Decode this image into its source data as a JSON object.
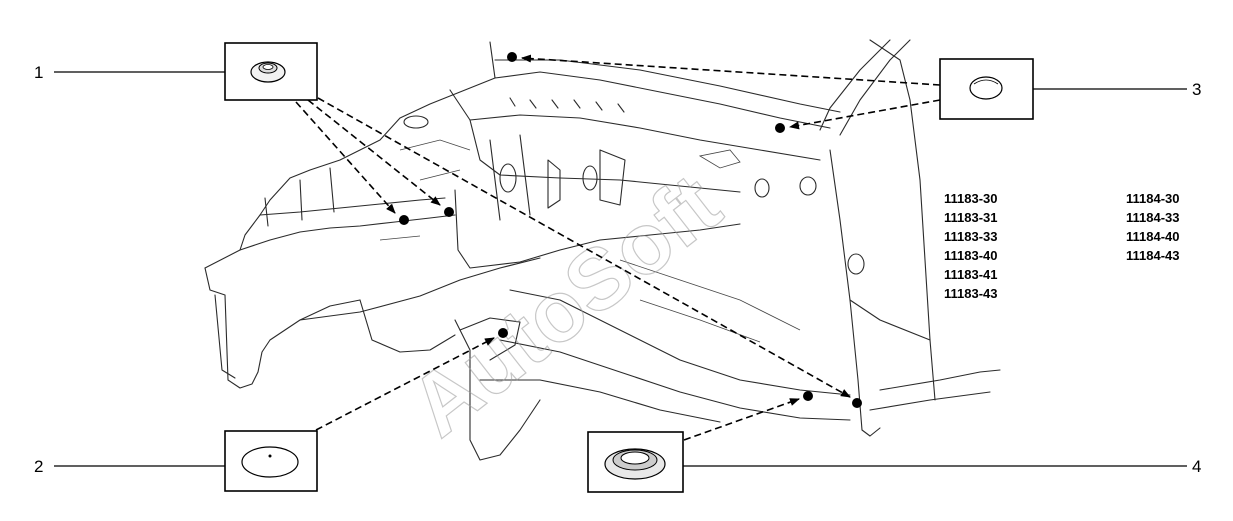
{
  "callouts": [
    {
      "number": "1",
      "part": "plug-small-grommet"
    },
    {
      "number": "2",
      "part": "plug-flat-round"
    },
    {
      "number": "3",
      "part": "plug-dome"
    },
    {
      "number": "4",
      "part": "grommet-large"
    }
  ],
  "models": {
    "left_column": [
      "11183-30",
      "11183-31",
      "11183-33",
      "11183-40",
      "11183-41",
      "11183-43"
    ],
    "right_column": [
      "11184-30",
      "11184-33",
      "11184-40",
      "11184-43"
    ]
  },
  "watermark": "AutoSoft"
}
